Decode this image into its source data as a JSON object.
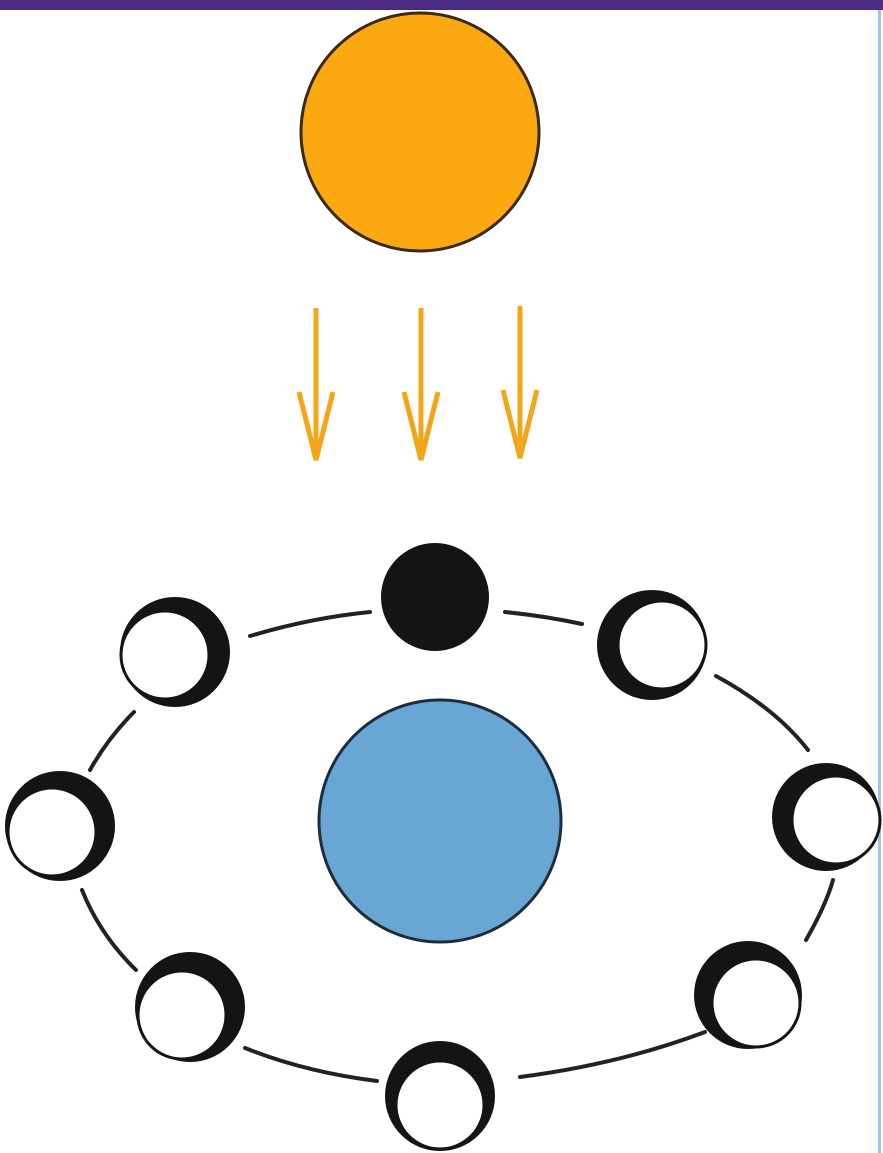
{
  "colors": {
    "top_band": "#4b2a84",
    "sun_fill": "#fca811",
    "sun_stroke": "#3a2a12",
    "ray": "#f2a61a",
    "earth_fill": "#68a7d4",
    "earth_stroke": "#1d2d3d",
    "moon_dark": "#141414",
    "moon_light": "#ffffff",
    "orbit": "#222222",
    "right_edge": "#9ec5e8"
  },
  "diagram": {
    "sun": {
      "icon": "sun-icon"
    },
    "sunlight_rays": {
      "count": 3,
      "icon": "sunlight-arrow-icon"
    },
    "earth": {
      "icon": "earth-icon"
    },
    "orbit": {
      "icon": "moon-orbit-path"
    },
    "moon_phase_count": 8,
    "moon_phases": [
      {
        "name": "new-moon",
        "icon": "moon-new-icon"
      },
      {
        "name": "waxing-crescent",
        "icon": "moon-phase-icon"
      },
      {
        "name": "first-quarter",
        "icon": "moon-phase-icon"
      },
      {
        "name": "waxing-gibbous",
        "icon": "moon-phase-icon"
      },
      {
        "name": "full-moon",
        "icon": "moon-phase-icon"
      },
      {
        "name": "waning-gibbous",
        "icon": "moon-phase-icon"
      },
      {
        "name": "last-quarter",
        "icon": "moon-phase-icon"
      },
      {
        "name": "waning-crescent",
        "icon": "moon-phase-icon"
      }
    ]
  }
}
